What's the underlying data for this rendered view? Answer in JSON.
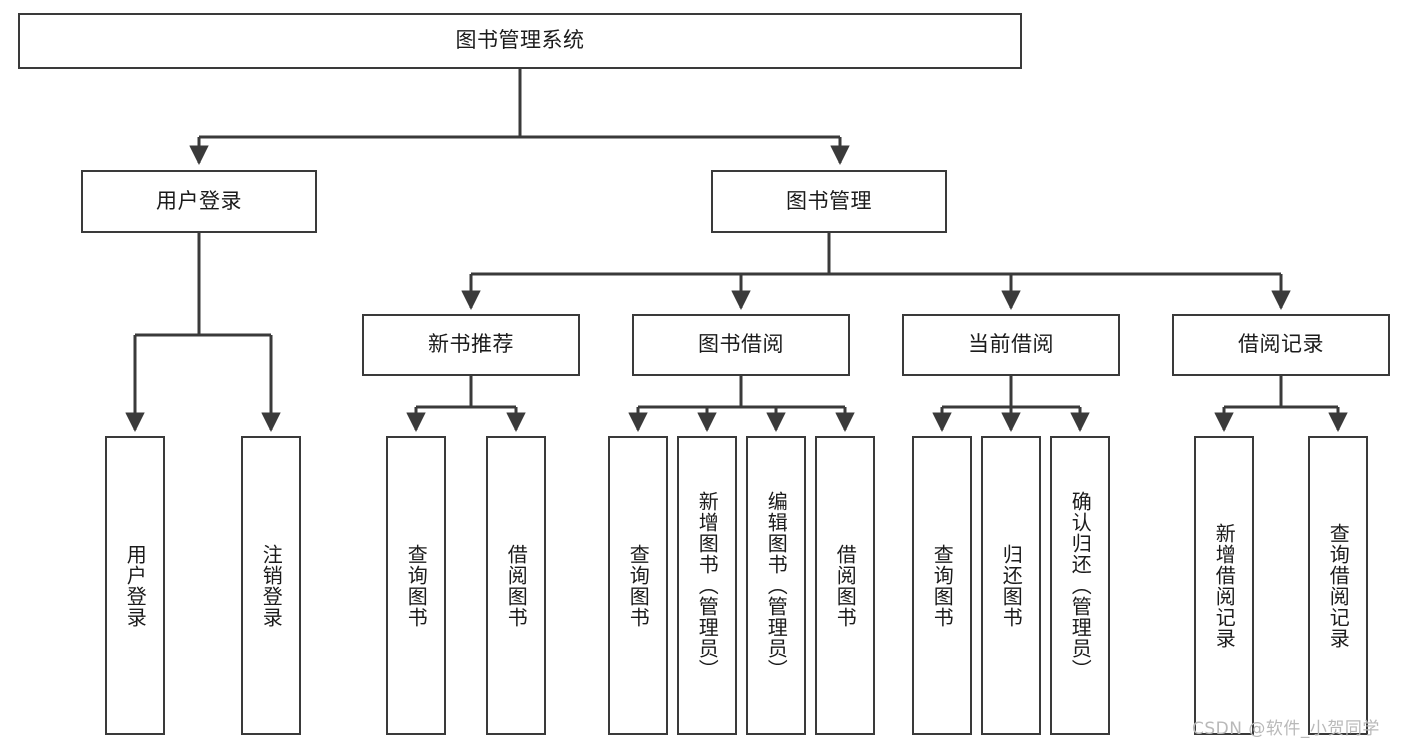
{
  "diagram": {
    "type": "tree-hierarchy",
    "title": "图书管理系统",
    "watermark": "CSDN @软件_小贺同学",
    "colors": {
      "background": "#ffffff",
      "border": "#3a3a3a",
      "connector": "#3a3a3a",
      "text": "#1b1b1b",
      "watermark": "#b9b9b9"
    },
    "nodes": {
      "root": {
        "label": "图书管理系统",
        "level": 1
      },
      "user_login": {
        "label": "用户登录",
        "level": 2
      },
      "book_manage": {
        "label": "图书管理",
        "level": 2
      },
      "new_book_rec": {
        "label": "新书推荐",
        "level": 3
      },
      "book_borrow": {
        "label": "图书借阅",
        "level": 3
      },
      "current_borrow": {
        "label": "当前借阅",
        "level": 3
      },
      "borrow_record": {
        "label": "借阅记录",
        "level": 3
      },
      "leaf_user_login": {
        "label": "用户登录",
        "level": 4
      },
      "leaf_logout": {
        "label": "注销登录",
        "level": 4
      },
      "leaf_query_book_1": {
        "label": "查询图书",
        "level": 4
      },
      "leaf_borrow_book_1": {
        "label": "借阅图书",
        "level": 4
      },
      "leaf_query_book_2": {
        "label": "查询图书",
        "level": 4
      },
      "leaf_add_book": {
        "label": "新增图书（管理员）",
        "level": 4
      },
      "leaf_edit_book": {
        "label": "编辑图书（管理员）",
        "level": 4
      },
      "leaf_borrow_book_2": {
        "label": "借阅图书",
        "level": 4
      },
      "leaf_query_book_3": {
        "label": "查询图书",
        "level": 4
      },
      "leaf_return_book": {
        "label": "归还图书",
        "level": 4
      },
      "leaf_confirm_return": {
        "label": "确认归还（管理员）",
        "level": 4
      },
      "leaf_add_record": {
        "label": "新增借阅记录",
        "level": 4
      },
      "leaf_query_record": {
        "label": "查询借阅记录",
        "level": 4
      }
    },
    "edges": [
      {
        "from": "root",
        "to": "user_login"
      },
      {
        "from": "root",
        "to": "book_manage"
      },
      {
        "from": "book_manage",
        "to": "new_book_rec"
      },
      {
        "from": "book_manage",
        "to": "book_borrow"
      },
      {
        "from": "book_manage",
        "to": "current_borrow"
      },
      {
        "from": "book_manage",
        "to": "borrow_record"
      },
      {
        "from": "user_login",
        "to": "leaf_user_login"
      },
      {
        "from": "user_login",
        "to": "leaf_logout"
      },
      {
        "from": "new_book_rec",
        "to": "leaf_query_book_1"
      },
      {
        "from": "new_book_rec",
        "to": "leaf_borrow_book_1"
      },
      {
        "from": "book_borrow",
        "to": "leaf_query_book_2"
      },
      {
        "from": "book_borrow",
        "to": "leaf_add_book"
      },
      {
        "from": "book_borrow",
        "to": "leaf_edit_book"
      },
      {
        "from": "book_borrow",
        "to": "leaf_borrow_book_2"
      },
      {
        "from": "current_borrow",
        "to": "leaf_query_book_3"
      },
      {
        "from": "current_borrow",
        "to": "leaf_return_book"
      },
      {
        "from": "current_borrow",
        "to": "leaf_confirm_return"
      },
      {
        "from": "borrow_record",
        "to": "leaf_add_record"
      },
      {
        "from": "borrow_record",
        "to": "leaf_query_record"
      }
    ]
  }
}
